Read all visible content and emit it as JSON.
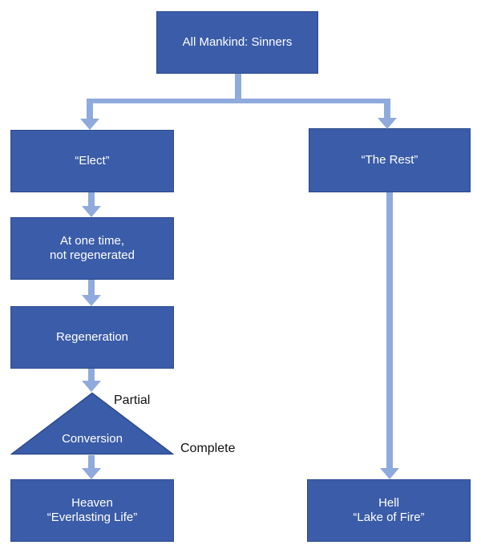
{
  "colors": {
    "box_fill": "#3B5CA8",
    "box_border": "#2B4B8F",
    "connector": "#8FAADC",
    "box_text": "#FFFFFF",
    "label_text": "#111111",
    "background": "#FFFFFF"
  },
  "nodes": {
    "root": {
      "label": "All Mankind: Sinners"
    },
    "elect": {
      "label": "“Elect”"
    },
    "the_rest": {
      "label": "“The Rest”"
    },
    "at_one_time": {
      "line1": "At one time,",
      "line2": "not regenerated"
    },
    "regeneration": {
      "label": "Regeneration"
    },
    "conversion": {
      "label": "Conversion"
    },
    "heaven": {
      "line1": "Heaven",
      "line2": "“Everlasting Life”"
    },
    "hell": {
      "line1": "Hell",
      "line2": "“Lake of Fire”"
    }
  },
  "annotations": {
    "partial": "Partial",
    "complete": "Complete"
  },
  "edges": [
    {
      "from": "root",
      "to": "elect"
    },
    {
      "from": "root",
      "to": "the_rest"
    },
    {
      "from": "elect",
      "to": "at_one_time"
    },
    {
      "from": "at_one_time",
      "to": "regeneration"
    },
    {
      "from": "regeneration",
      "to": "conversion"
    },
    {
      "from": "conversion",
      "to": "heaven",
      "labels": [
        "Partial",
        "Complete"
      ]
    },
    {
      "from": "the_rest",
      "to": "hell"
    }
  ]
}
